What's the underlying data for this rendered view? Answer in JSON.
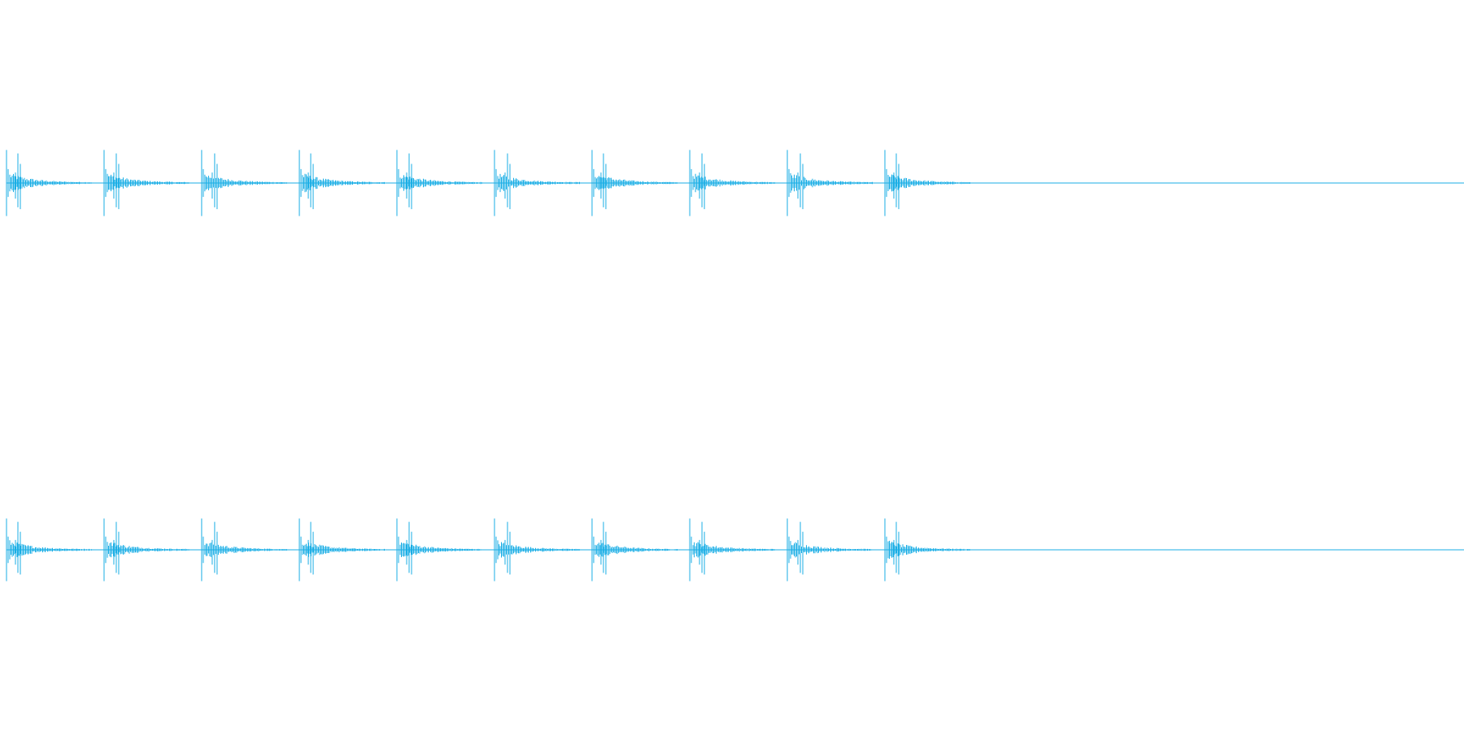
{
  "chart_data": {
    "type": "line",
    "title": "",
    "xlabel": "",
    "ylabel": "",
    "grid": false,
    "legend": "none",
    "color": "#1aaee5",
    "background": "#ffffff",
    "channels": [
      {
        "name": "",
        "event_onsets": [
          0.0,
          0.0769,
          0.1538,
          0.2308,
          0.3077,
          0.3846,
          0.4615,
          0.5385,
          0.6154,
          0.6923
        ],
        "sustain_end": 0.762,
        "peak_amplitude": 0.19,
        "ylim": [
          -1,
          1
        ]
      },
      {
        "name": "",
        "event_onsets": [
          0.0,
          0.0769,
          0.1538,
          0.2308,
          0.3077,
          0.3846,
          0.4615,
          0.5385,
          0.6154,
          0.6923
        ],
        "sustain_end": 0.762,
        "peak_amplitude": 0.18,
        "ylim": [
          -1,
          1
        ]
      }
    ],
    "xlim": [
      0,
      1
    ]
  }
}
